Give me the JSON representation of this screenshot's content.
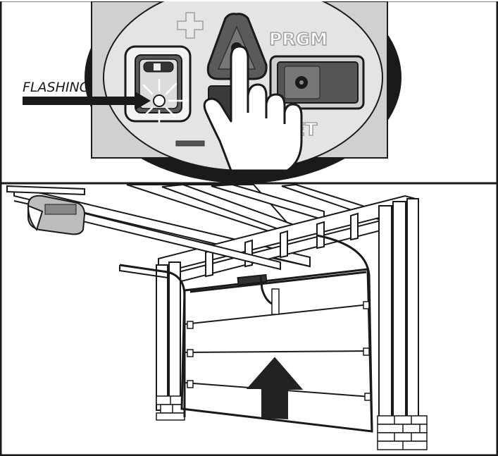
{
  "top_panel": {
    "flashing_label": "FLASHING",
    "prgm_label": "PRGM",
    "set_label": "SET",
    "plus_symbol": "+",
    "minus_symbol": "—",
    "icons": {
      "pointing_hand": "pointing-hand-icon",
      "led_burst": "flashing-led-icon",
      "arrow": "arrow-right-icon"
    }
  },
  "bottom_panel": {
    "icons": {
      "door_arrow": "arrow-up-icon",
      "opener": "garage-door-opener-icon"
    }
  },
  "colors": {
    "panel_gray": "#d0d0d0",
    "button_dark": "#4a4a4a",
    "arrow_black": "#222222",
    "outline": "#1a1a1a"
  }
}
